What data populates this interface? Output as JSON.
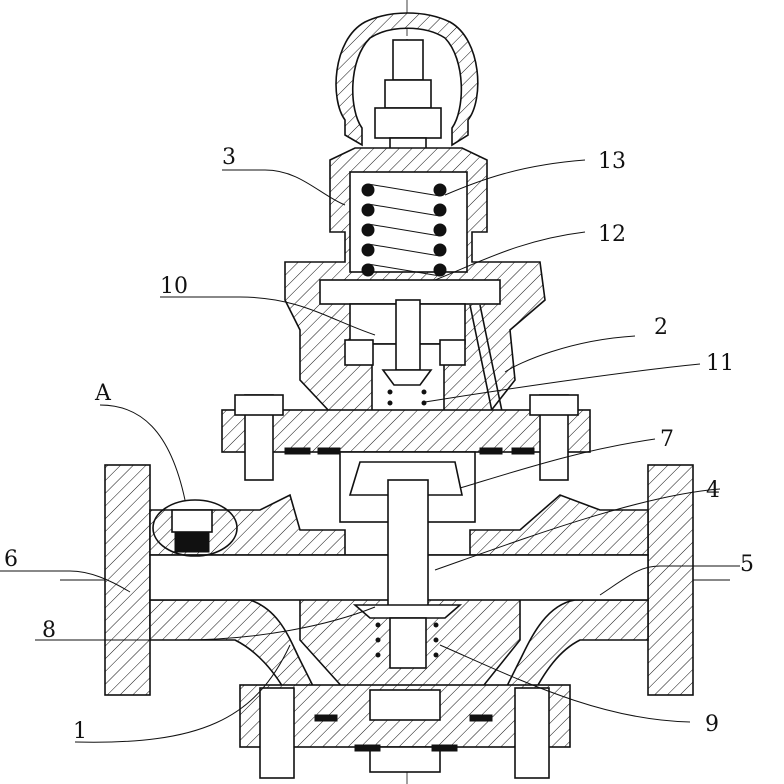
{
  "labels": {
    "l1": "1",
    "l2": "2",
    "l3": "3",
    "l4": "4",
    "l5": "5",
    "l6": "6",
    "l7": "7",
    "l8": "8",
    "l9": "9",
    "l10": "10",
    "l11": "11",
    "l12": "12",
    "l13": "13",
    "lA": "A"
  }
}
